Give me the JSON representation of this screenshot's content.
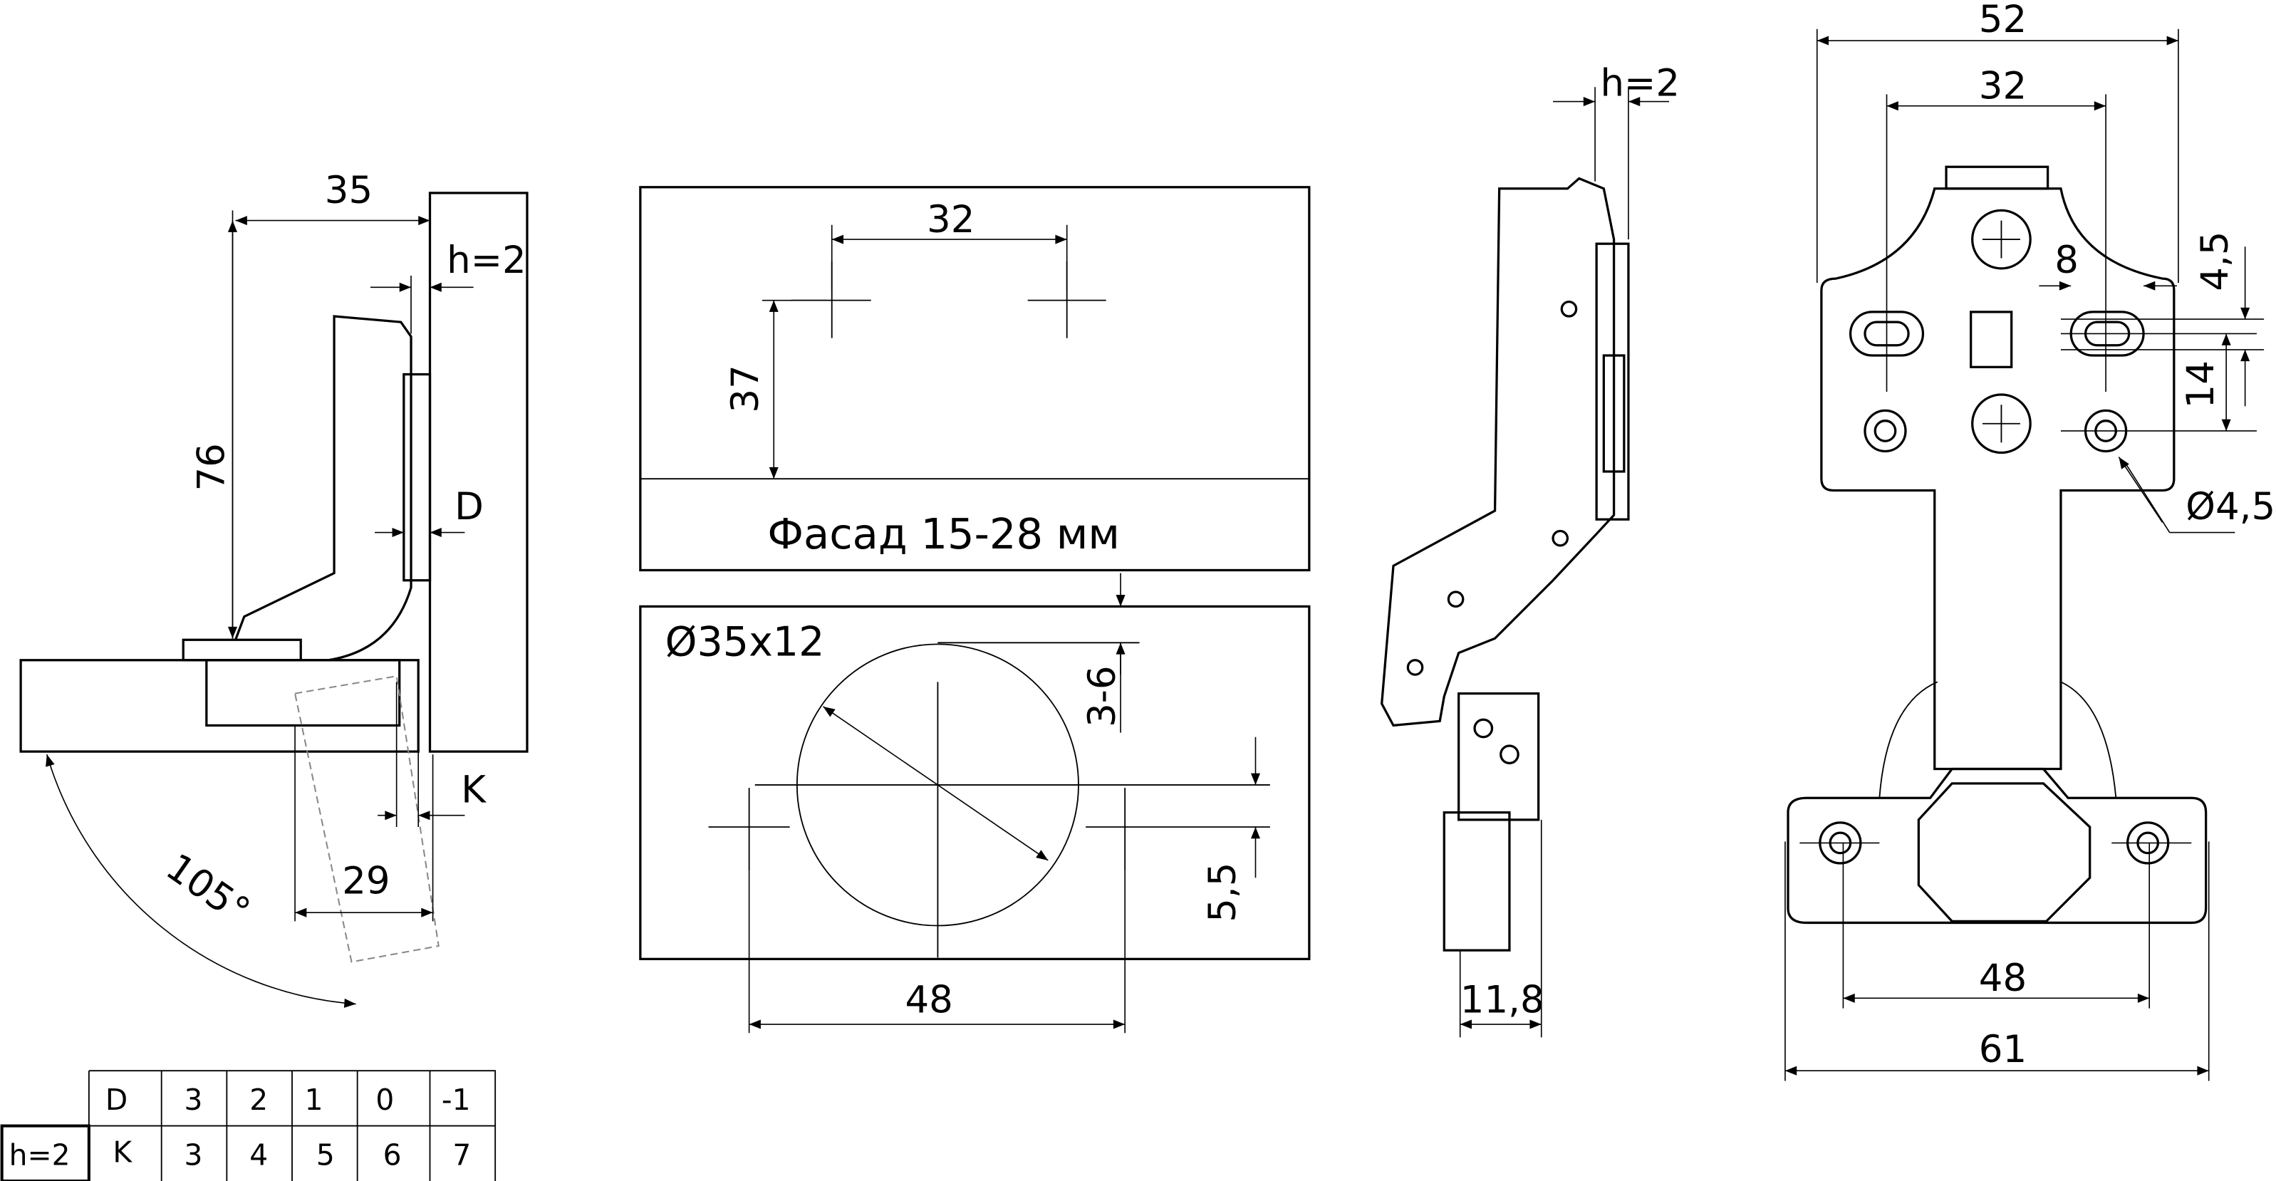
{
  "side_view_left": {
    "dim_width": "35",
    "dim_h": "h=2",
    "dim_height": "76",
    "dim_d": "D",
    "dim_k": "K",
    "dim_29": "29",
    "angle": "105°"
  },
  "facade_drilling": {
    "dim_32": "32",
    "dim_37": "37",
    "facade_label": "Фасад 15-28 мм"
  },
  "cup_drilling": {
    "cup_label": "Ø35x12",
    "dim_offset": "3-6",
    "dim_55": "5,5",
    "dim_48": "48"
  },
  "side_view_right": {
    "dim_h": "h=2",
    "dim_118": "11,8"
  },
  "top_view": {
    "dim_52": "52",
    "dim_32": "32",
    "dim_8": "8",
    "dim_45": "4,5",
    "dim_14": "14",
    "hole_label": "Ø4,5",
    "dim_48": "48",
    "dim_61": "61"
  },
  "table": {
    "row_label": "h=2",
    "header": [
      "D",
      "3",
      "2",
      "1",
      "0",
      "-1"
    ],
    "row": [
      "K",
      "3",
      "4",
      "5",
      "6",
      "7"
    ]
  }
}
